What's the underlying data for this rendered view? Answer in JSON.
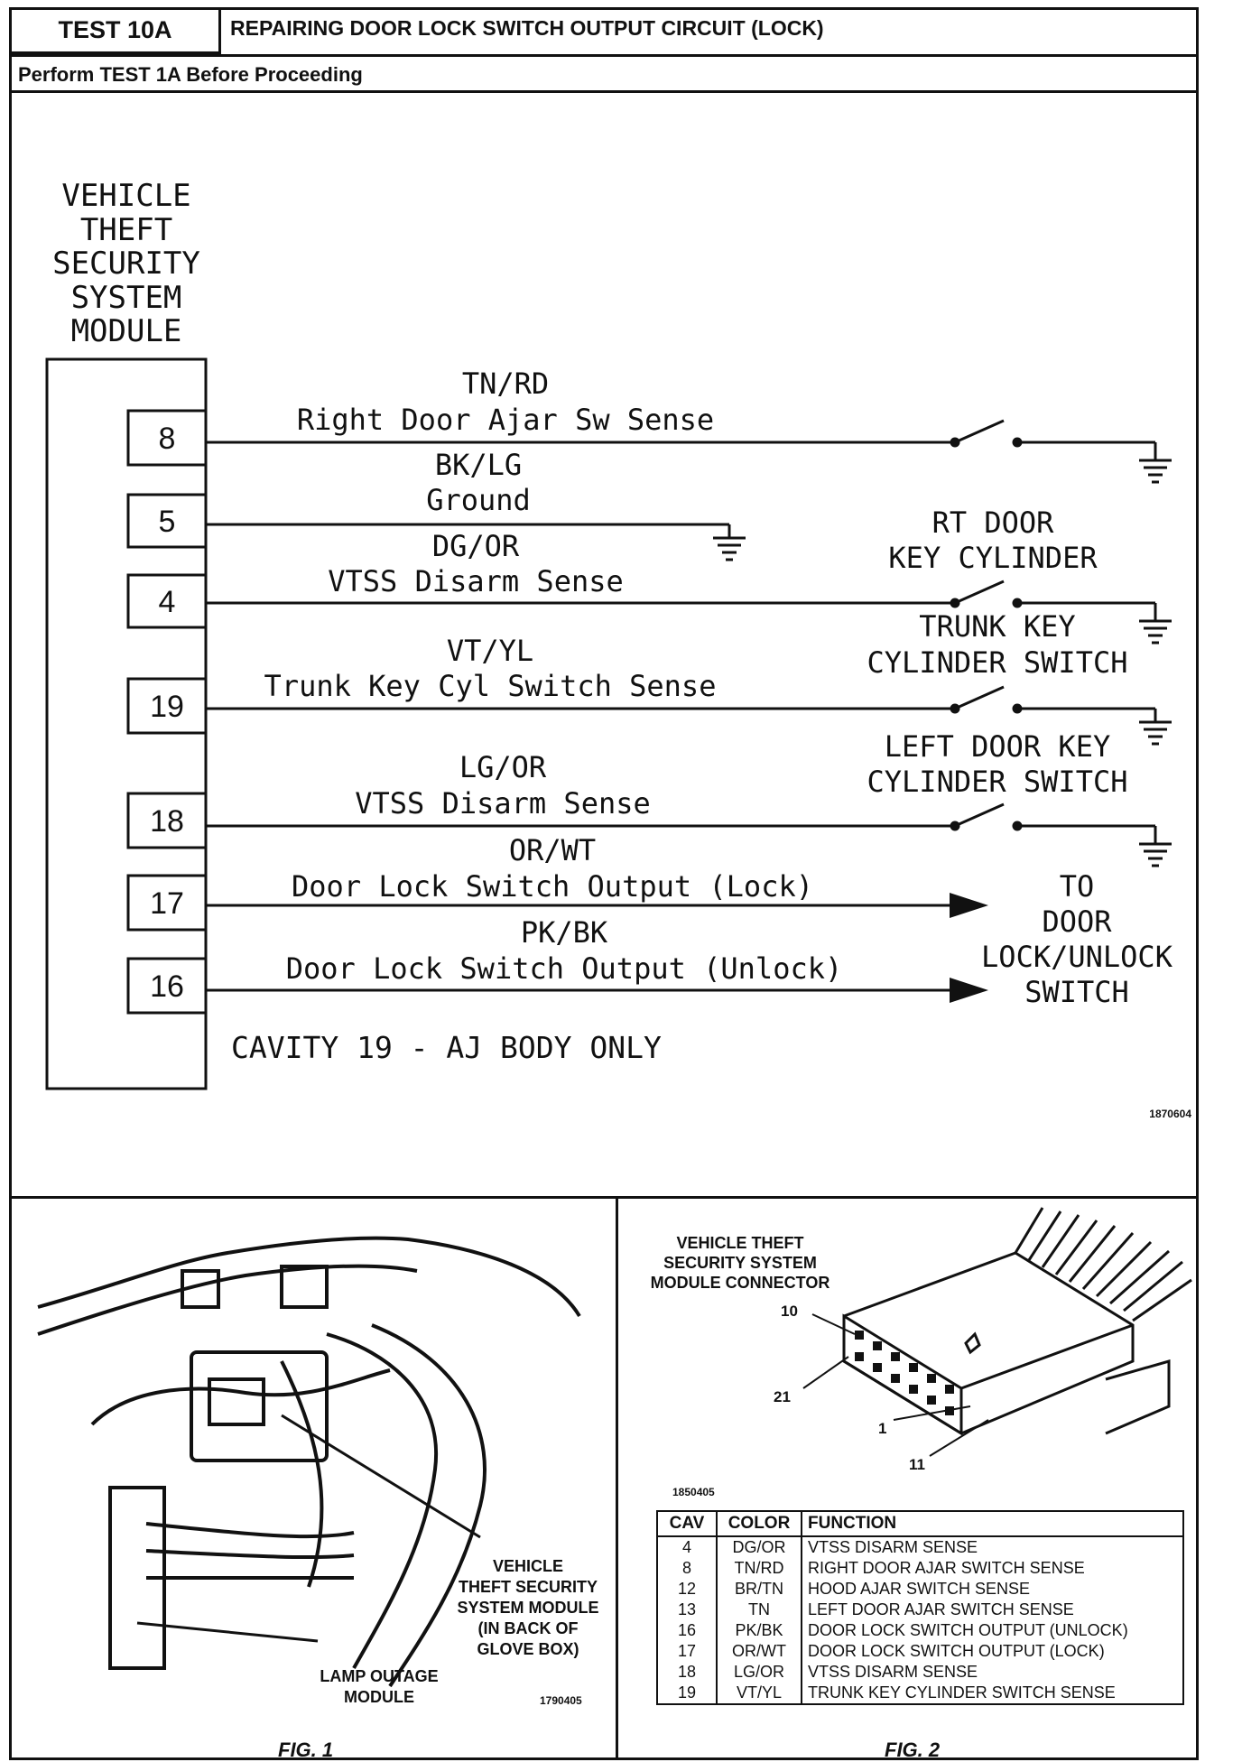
{
  "header": {
    "test_id": "TEST 10A",
    "title": "REPAIRING DOOR LOCK SWITCH OUTPUT CIRCUIT (LOCK)",
    "subtitle": "Perform TEST 1A Before Proceeding"
  },
  "schematic": {
    "module_label": [
      "VEHICLE",
      "THEFT",
      "SECURITY",
      "SYSTEM",
      "MODULE"
    ],
    "pins": [
      {
        "pin": "8",
        "color": "TN/RD",
        "name": "Right Door Ajar Sw Sense"
      },
      {
        "pin": "5",
        "color": "BK/LG",
        "name": "Ground"
      },
      {
        "pin": "4",
        "color": "DG/OR",
        "name": "VTSS Disarm Sense"
      },
      {
        "pin": "19",
        "color": "VT/YL",
        "name": "Trunk Key Cyl Switch Sense"
      },
      {
        "pin": "18",
        "color": "LG/OR",
        "name": "VTSS Disarm Sense"
      },
      {
        "pin": "17",
        "color": "OR/WT",
        "name": "Door Lock Switch Output (Lock)"
      },
      {
        "pin": "16",
        "color": "PK/BK",
        "name": "Door Lock Switch Output (Unlock)"
      }
    ],
    "switch_labels": {
      "rt_door": [
        "RT DOOR",
        "KEY CYLINDER"
      ],
      "trunk": [
        "TRUNK KEY",
        "CYLINDER SWITCH"
      ],
      "left_door": [
        "LEFT DOOR KEY",
        "CYLINDER SWITCH"
      ],
      "to_switch": [
        "TO",
        "DOOR",
        "LOCK/UNLOCK",
        "SWITCH"
      ]
    },
    "note": "CAVITY 19 - AJ BODY ONLY",
    "ref": "1870604"
  },
  "fig1": {
    "label": "FIG. 1",
    "callout_module": [
      "VEHICLE",
      "THEFT SECURITY",
      "SYSTEM MODULE",
      "(IN BACK OF",
      "GLOVE BOX)"
    ],
    "callout_lamp": [
      "LAMP OUTAGE",
      "MODULE"
    ],
    "ref": "1790405"
  },
  "fig2": {
    "label": "FIG. 2",
    "connector_title": [
      "VEHICLE THEFT",
      "SECURITY SYSTEM",
      "MODULE CONNECTOR"
    ],
    "pin_labels": [
      "10",
      "21",
      "1",
      "11"
    ],
    "ref": "1850405",
    "table": {
      "headers": [
        "CAV",
        "COLOR",
        "FUNCTION"
      ],
      "rows": [
        [
          "4",
          "DG/OR",
          "VTSS DISARM SENSE"
        ],
        [
          "8",
          "TN/RD",
          "RIGHT DOOR AJAR SWITCH SENSE"
        ],
        [
          "12",
          "BR/TN",
          "HOOD AJAR SWITCH SENSE"
        ],
        [
          "13",
          "TN",
          "LEFT DOOR AJAR SWITCH SENSE"
        ],
        [
          "16",
          "PK/BK",
          "DOOR LOCK SWITCH OUTPUT (UNLOCK)"
        ],
        [
          "17",
          "OR/WT",
          "DOOR LOCK SWITCH OUTPUT (LOCK)"
        ],
        [
          "18",
          "LG/OR",
          "VTSS DISARM SENSE"
        ],
        [
          "19",
          "VT/YL",
          "TRUNK KEY CYLINDER SWITCH SENSE"
        ]
      ]
    }
  }
}
